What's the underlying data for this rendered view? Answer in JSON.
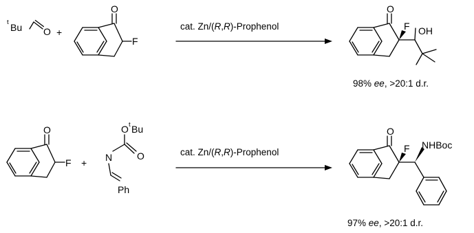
{
  "reactions": [
    {
      "reactant_a": {
        "t": "t",
        "bu": "Bu",
        "o": "O"
      },
      "plus": "+",
      "reactant_b": {
        "o": "O",
        "f": "F"
      },
      "conditions": {
        "a": "cat. Zn/(",
        "b": "R",
        "c": ",",
        "d": "R",
        "e": ")-Prophenol"
      },
      "product": {
        "o": "O",
        "f": "F",
        "oh": "OH"
      },
      "selectivity": {
        "pct": "98% ",
        "ee": "ee",
        "dr": ", >20:1 d.r."
      }
    },
    {
      "reactant_a": {
        "o": "O",
        "f": "F"
      },
      "plus": "+",
      "reactant_b": {
        "o_top": "O",
        "t": "t",
        "bu": "Bu",
        "o": "O",
        "n": "N",
        "ph": "Ph"
      },
      "conditions": {
        "a": "cat. Zn/(",
        "b": "R",
        "c": ",",
        "d": "R",
        "e": ")-Prophenol"
      },
      "product": {
        "o": "O",
        "f": "F",
        "nhboc": "NHBoc"
      },
      "selectivity": {
        "pct": "97% ",
        "ee": "ee",
        "dr": ", >20:1 d.r."
      }
    }
  ]
}
